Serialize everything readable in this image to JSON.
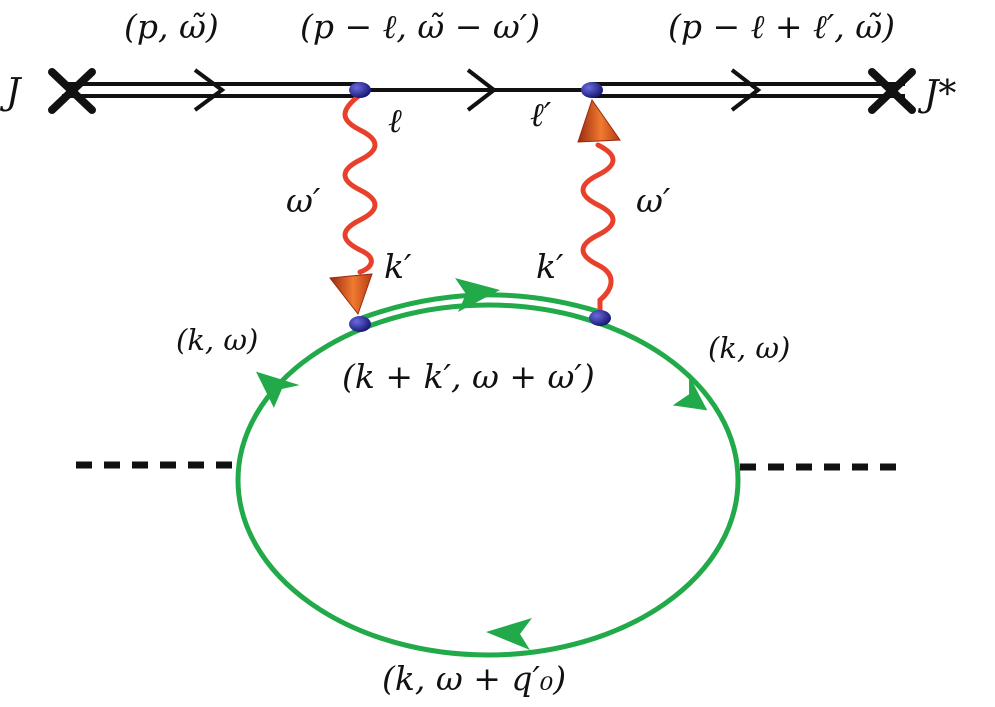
{
  "labels": {
    "source": "J",
    "sink": "J*",
    "top_momentum_1": "(p, ω̃)",
    "top_momentum_2": "(p − ℓ, ω̃ − ω′)",
    "top_momentum_3": "(p − ℓ + ℓ′, ω̃)",
    "vertex_left": "ℓ",
    "vertex_right": "ℓ′",
    "photon_left_freq": "ω′",
    "photon_right_freq": "ω′",
    "photon_left_momentum": "k′",
    "photon_right_momentum": "k′",
    "loop_left": "(k, ω)",
    "loop_top": "(k + k′, ω + ω′)",
    "loop_right": "(k, ω)",
    "loop_bottom": "(k, ω + q′₀)"
  },
  "colors": {
    "propagator": "#111111",
    "photon": "#e8402a",
    "loop": "#22aa4a",
    "vertex": "#1a1a8c",
    "arrow_cone": "#d84a1a"
  }
}
